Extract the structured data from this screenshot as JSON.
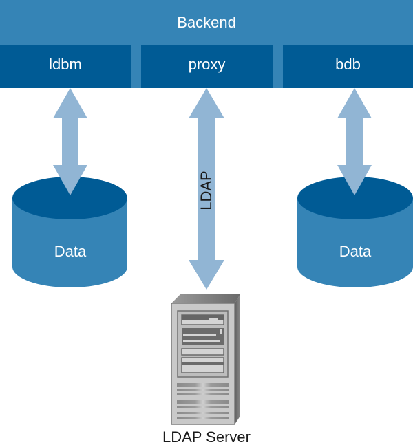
{
  "backend": {
    "title": "Backend",
    "modules": [
      {
        "label": "ldbm"
      },
      {
        "label": "proxy"
      },
      {
        "label": "bdb"
      }
    ]
  },
  "connections": {
    "proxy_protocol": "LDAP"
  },
  "stores": [
    {
      "label": "Data"
    },
    {
      "label": "Data"
    }
  ],
  "server": {
    "label": "LDAP Server"
  },
  "colors": {
    "banner": "#3584b6",
    "module": "#005b95",
    "arrow": "#91b5d4",
    "cylinder_top": "#005b95",
    "cylinder_body": "#3584b6"
  }
}
